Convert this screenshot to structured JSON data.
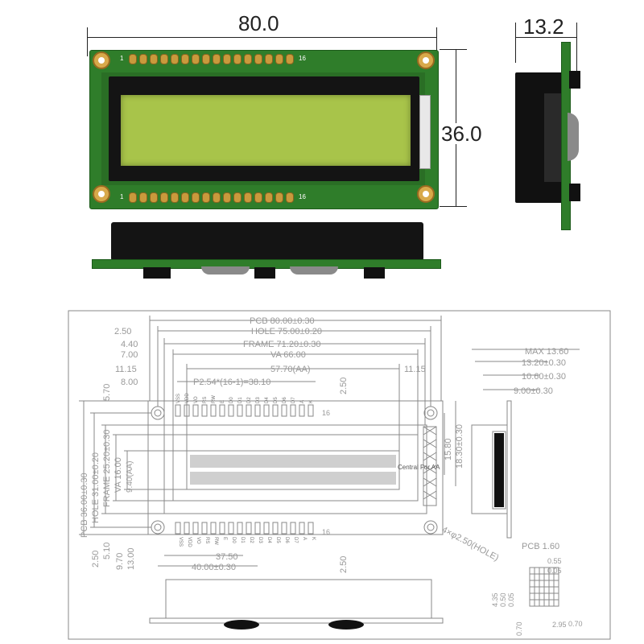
{
  "photo": {
    "width_dim": "80.0",
    "height_dim": "36.0",
    "depth_dim": "13.2",
    "pin_first": "1",
    "pin_last": "16"
  },
  "drawing": {
    "top_dims": [
      {
        "left": "2.50",
        "right": "PCB 80.00±0.30"
      },
      {
        "left": "",
        "right": "HOLE 75.00±0.20"
      },
      {
        "left": "4.40",
        "right": "FRAME 71.20±0.30"
      },
      {
        "left": "7.00",
        "right": "VA 66.00"
      },
      {
        "left": "11.15",
        "right": "57.70(AA)",
        "extra": "11.15"
      },
      {
        "left": "8.00",
        "right": "P2.54*(16-1)=38.10",
        "extra": "2.50"
      }
    ],
    "left_dims": [
      "PCB 36.00±0.30",
      "HOLE 31.00±0.20",
      "FRAME 25.20±0.30",
      "VA 16.00",
      "9.40(AA)"
    ],
    "left_top_dim": "5.70",
    "left_bottom_dims": [
      "2.50",
      "5.10",
      "9.70",
      "13.00"
    ],
    "right_dims": [
      "15.80",
      "18.30±0.30"
    ],
    "bottom_dims": [
      "37.50",
      "40.00±0.30",
      "2.50"
    ],
    "hole_note": "4×φ2.50(HOLE)",
    "central_note": "Central For AA",
    "pin_top_end": "16",
    "pin_bottom_end": "16",
    "pin_labels": [
      "VSS",
      "VDD",
      "VO",
      "RS",
      "RW",
      "E",
      "D0",
      "D1",
      "D2",
      "D3",
      "D4",
      "D5",
      "D6",
      "D7",
      "A",
      "K"
    ],
    "side_dims": [
      "MAX 13.60",
      "13.20±0.30",
      "10.60±0.30",
      "9.00±0.30"
    ],
    "pcb_thickness": "PCB 1.60",
    "char_dims": [
      "0.55",
      "0.05",
      "4.35",
      "0.50",
      "0.05",
      "0.70",
      "2.95",
      "0.70"
    ]
  },
  "colors": {
    "pcb": "#2f7d2a",
    "lcd": "#a8c44a",
    "frame": "#141414",
    "pad": "#c99a3c",
    "drawing_line": "#888888"
  }
}
